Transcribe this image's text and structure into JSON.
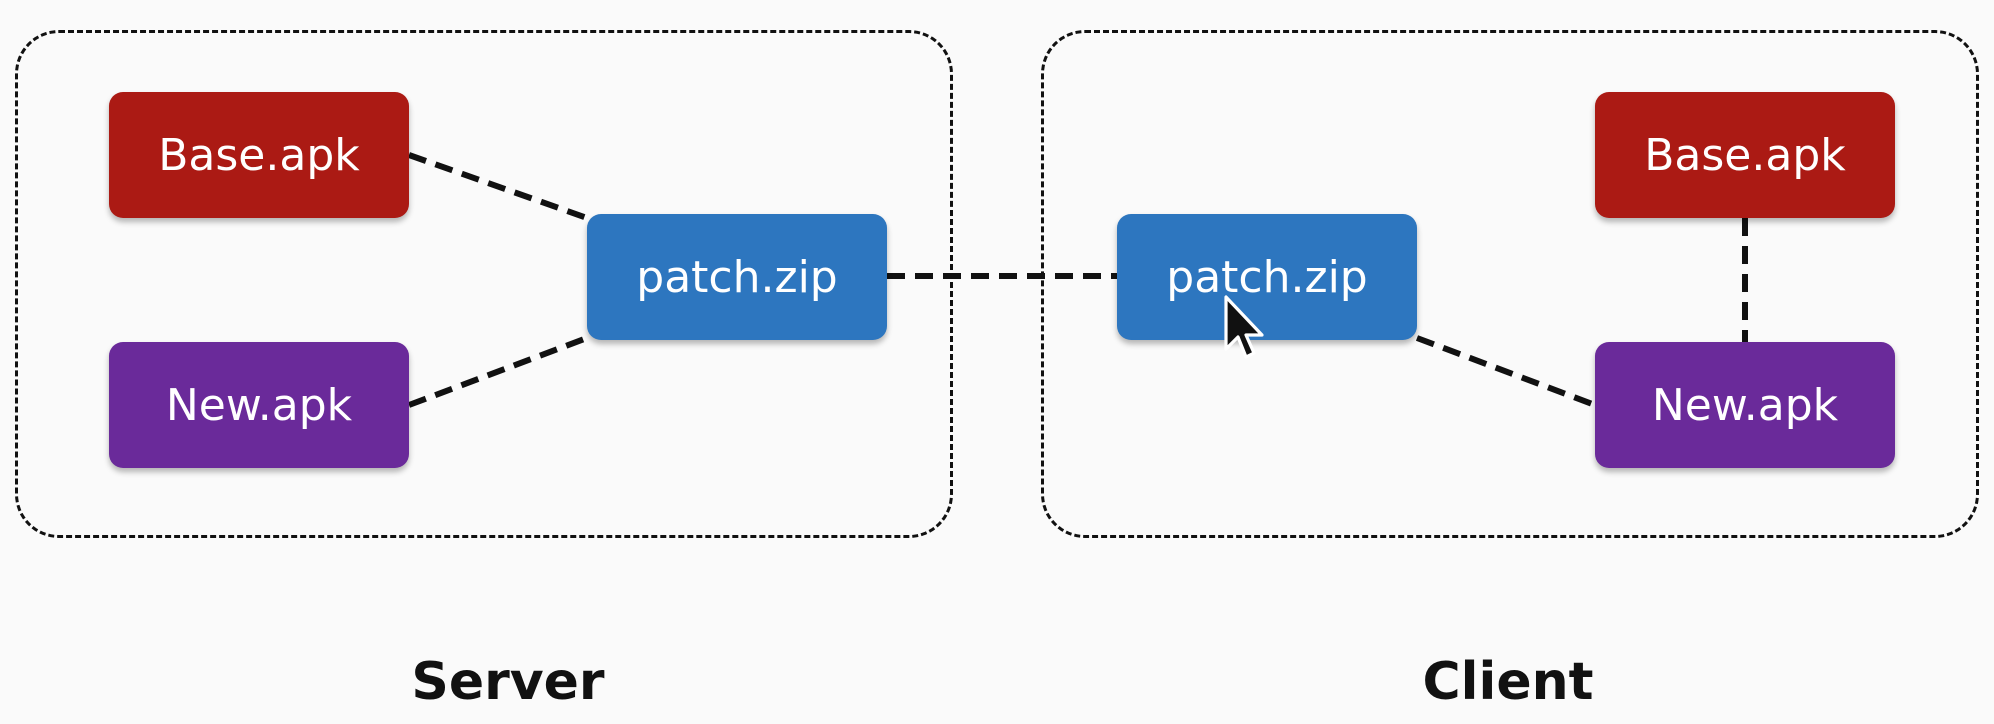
{
  "server": {
    "title": "Server",
    "nodes": {
      "base": "Base.apk",
      "new": "New.apk",
      "patch": "patch.zip"
    }
  },
  "client": {
    "title": "Client",
    "nodes": {
      "base": "Base.apk",
      "new": "New.apk",
      "patch": "patch.zip"
    }
  },
  "colors": {
    "base_apk": "#ab1a14",
    "new_apk": "#6a2a9a",
    "patch_zip": "#2d76bf",
    "connector": "#111111"
  },
  "icons": {
    "cursor": "mouse-pointer-icon"
  }
}
